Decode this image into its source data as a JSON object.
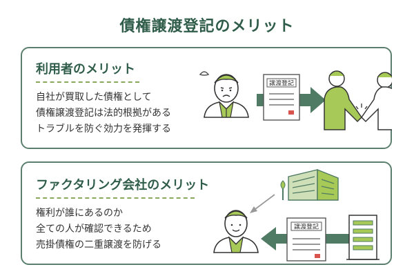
{
  "title": "債権譲渡登記のメリット",
  "sections": [
    {
      "heading": "利用者のメリット",
      "lines": [
        "自社が買取した債権として",
        "債権譲渡登記は法的根拠がある",
        "トラブルを防ぐ効力を発揮する"
      ],
      "document_label": "譲渡登記"
    },
    {
      "heading": "ファクタリング会社のメリット",
      "lines": [
        "権利が誰にあるのか",
        "全ての人が確認できるため",
        "売掛債権の二重譲渡を防げる"
      ],
      "document_label": "譲渡登記"
    }
  ],
  "colors": {
    "title": "#2f5d4a",
    "border": "#5b7f6e",
    "accent_green": "#a7c957",
    "arrow": "#4f7a63"
  },
  "icons": [
    "person-icon",
    "document-icon",
    "handshake-icon",
    "building-icon",
    "office-tower-icon",
    "arrow-right-icon",
    "double-arrow-icon"
  ]
}
